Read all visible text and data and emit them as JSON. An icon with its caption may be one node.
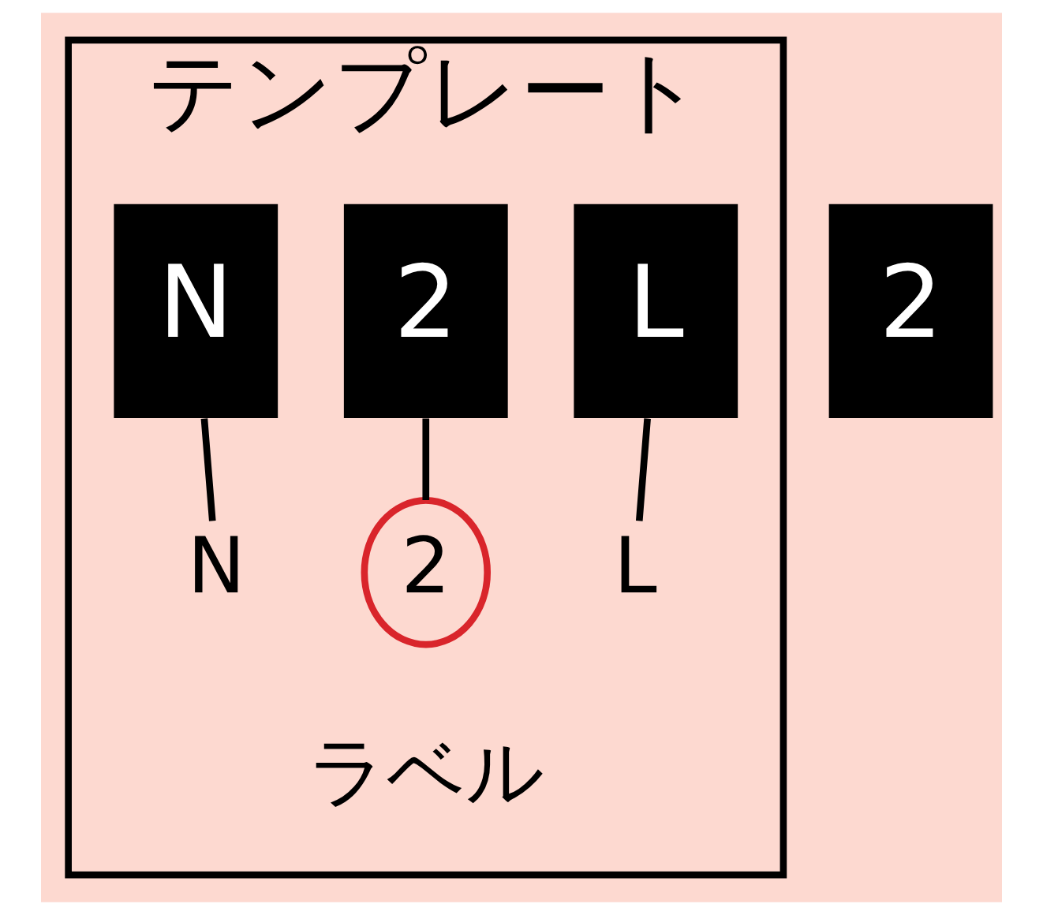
{
  "diagram": {
    "nodes": [
      {
        "text": [
          "テンプレート"
        ]
      },
      {
        "text": [
          "L"
        ],
        "in": 0
      },
      {
        "text": [
          "2"
        ],
        "in": 0
      },
      {
        "text": [
          "N"
        ],
        "in": 0
      },
      {
        "text": [
          "L"
        ],
        "in": 0
      },
      {
        "text": [
          "2"
        ],
        "in": 0
      },
      {
        "text": [
          "N"
        ],
        "in": 0
      },
      {
        "text": [
          "2"
        ]
      }
    ],
    "edges": [
      {
        "from": 1,
        "to": 4,
        "arrow": "none"
      },
      {
        "from": 2,
        "to": 5,
        "arrow": "none"
      },
      {
        "from": 3,
        "to": 6,
        "arrow": "none"
      }
    ],
    "labels": [
      "ラベル"
    ]
  }
}
